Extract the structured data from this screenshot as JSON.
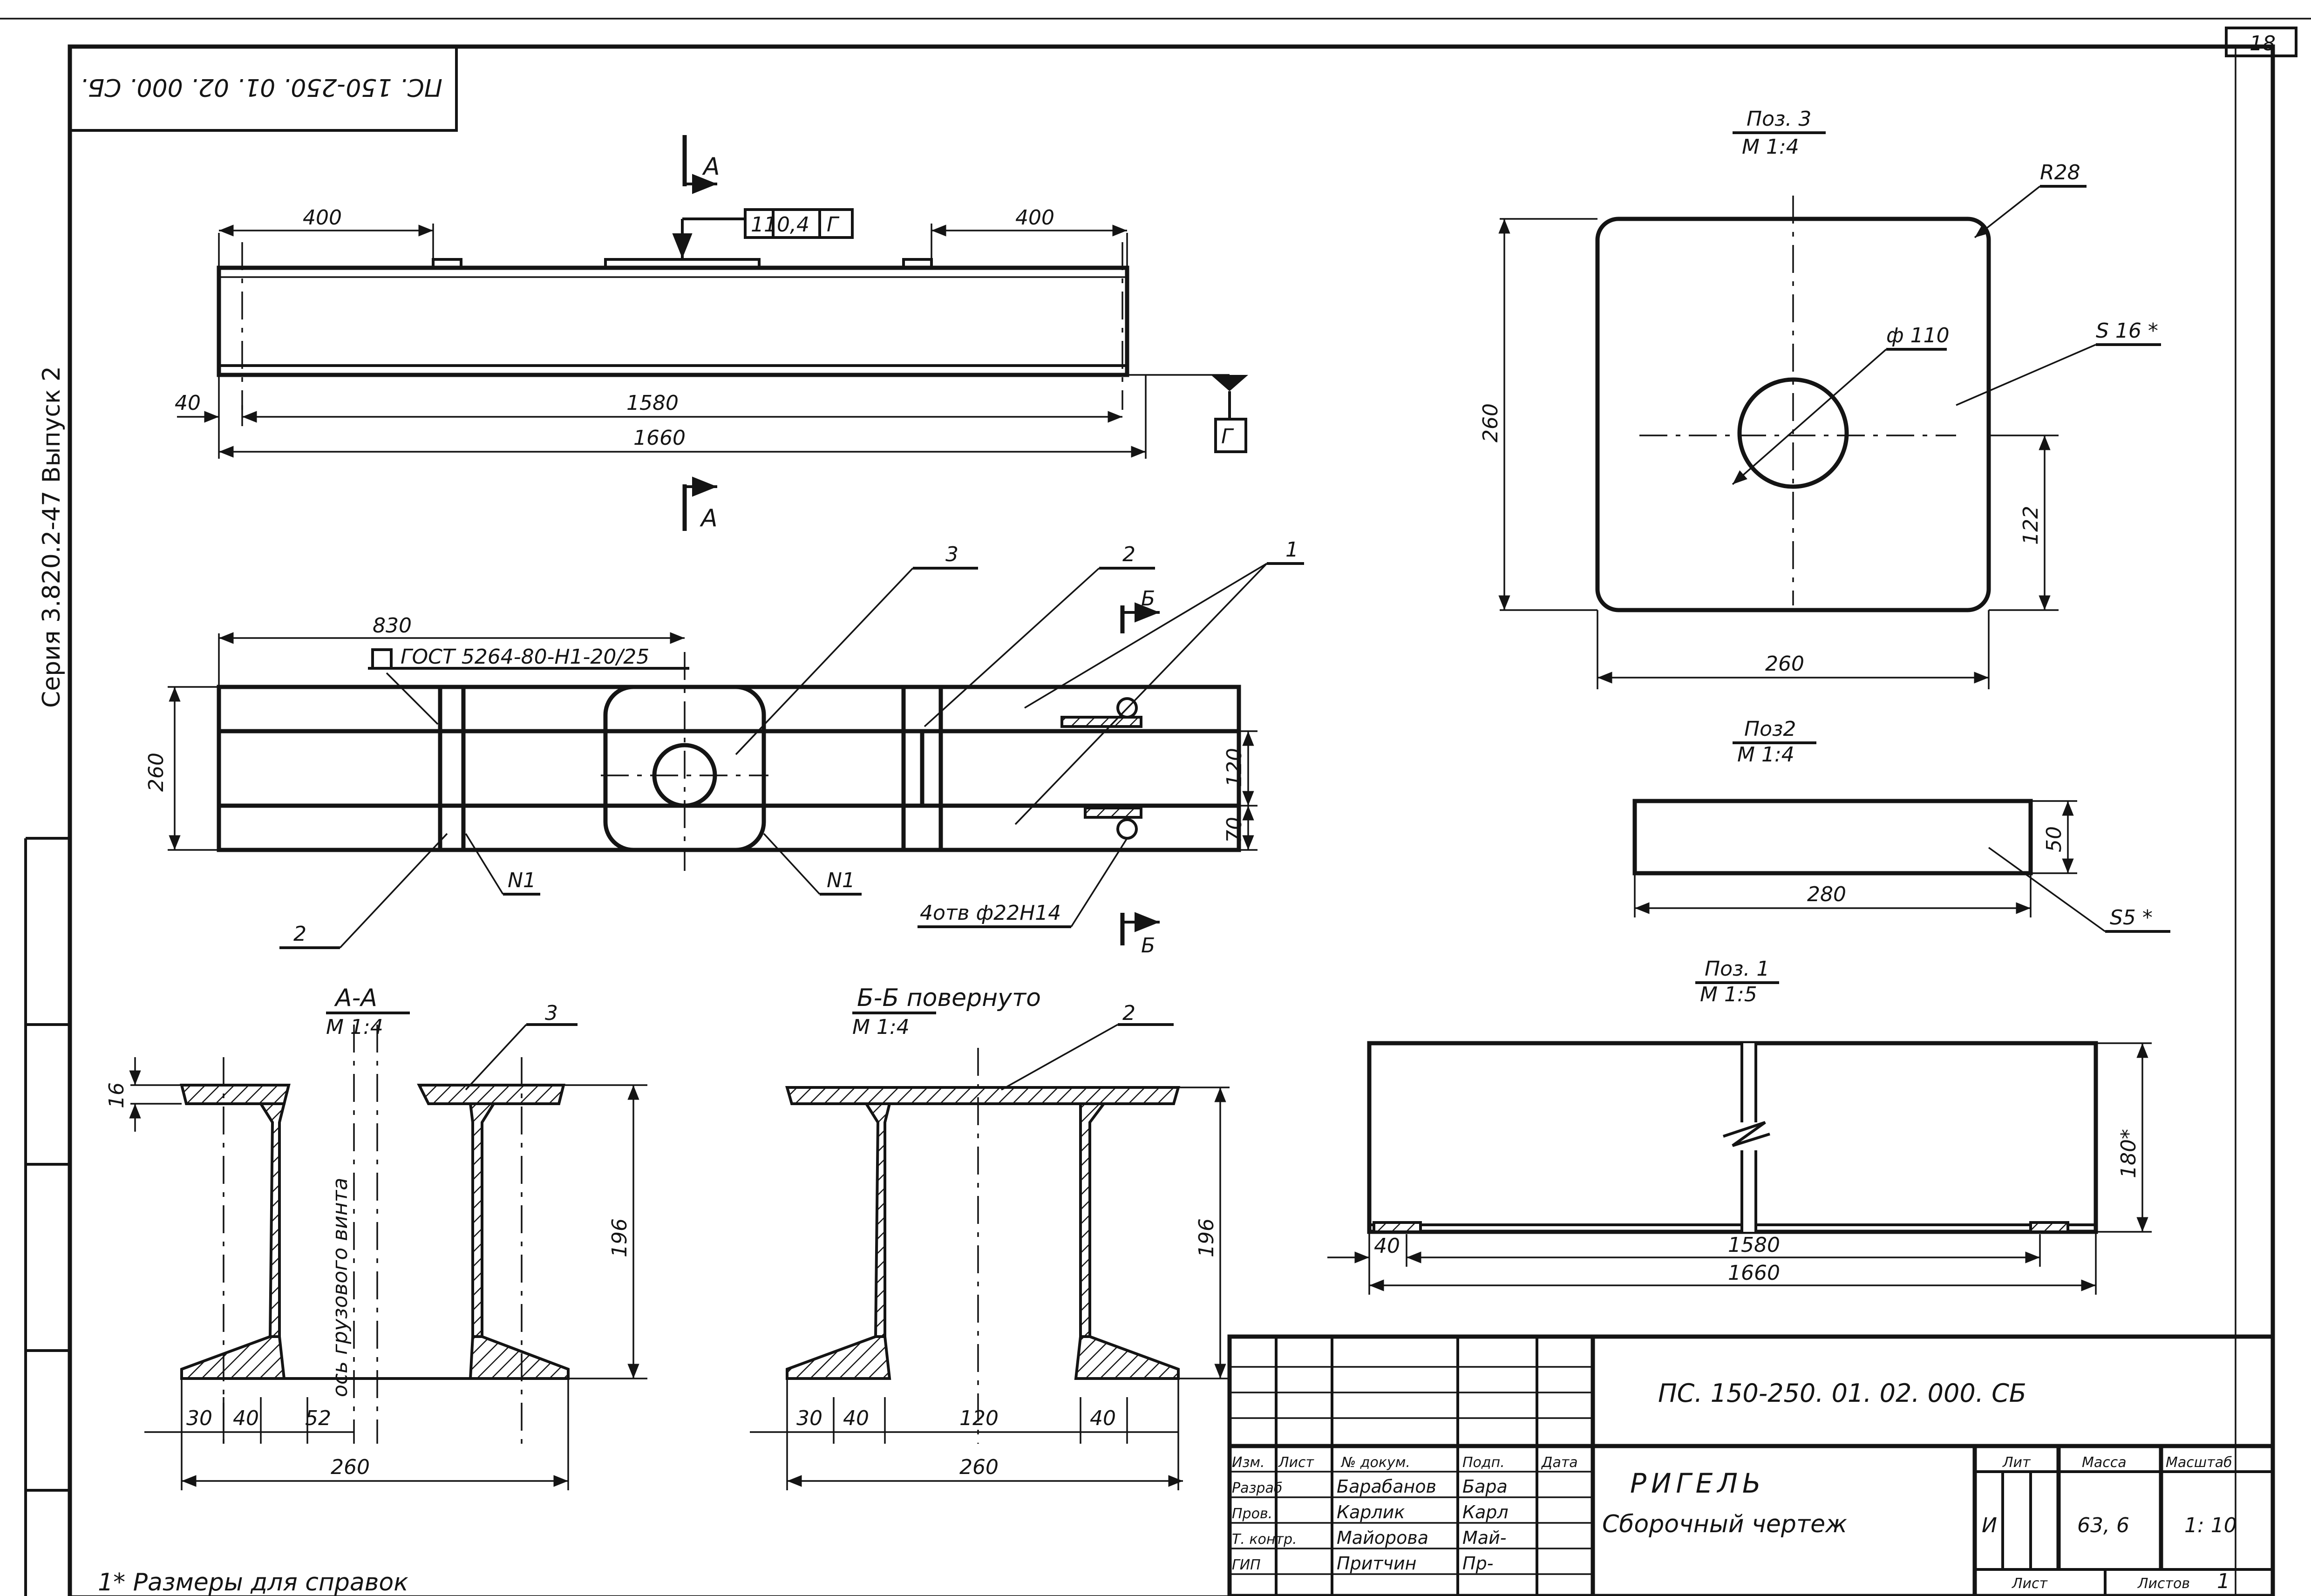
{
  "sheet_number": "18",
  "doc_code_rotated": "ПС. 150-250. 01. 02. 000. СБ.",
  "series_label": "Серия 3.820.2-47 Выпуск 2",
  "view_top": {
    "dims": [
      "400",
      "400",
      "40",
      "1580",
      "1660"
    ],
    "tolerance": [
      "11",
      "0,4",
      "Г"
    ],
    "datum": "Г",
    "section_mark": "А"
  },
  "view_plan": {
    "dims": [
      "830",
      "260",
      "120",
      "70"
    ],
    "gost": "ГОСТ 5264-80-Н1-20/25",
    "callouts": [
      "3",
      "2",
      "1",
      "2"
    ],
    "welds": [
      "N1",
      "N1"
    ],
    "holes": "4отв ф22Н14",
    "section_mark": "Б"
  },
  "section_aa": {
    "title": "А-А",
    "scale": "М 1:4",
    "axis_label": "ось грузового винта",
    "callout": "3",
    "dims": [
      "16",
      "196",
      "30",
      "40",
      "52",
      "260"
    ]
  },
  "section_bb": {
    "title": "Б-Б повернуто",
    "scale": "М 1:4",
    "callout": "2",
    "dims": [
      "196",
      "30",
      "40",
      "120",
      "40",
      "260"
    ]
  },
  "pos3": {
    "title": "Поз. 3",
    "scale": "М 1:4",
    "dims": [
      "R28",
      "ф 110",
      "S 16 *",
      "260",
      "122",
      "260"
    ]
  },
  "pos2": {
    "title": "Поз2",
    "scale": "М 1:4",
    "dims": [
      "50",
      "280",
      "S5 *"
    ]
  },
  "pos1": {
    "title": "Поз. 1",
    "scale": "М 1:5",
    "dims": [
      "180*",
      "40",
      "1580",
      "1660"
    ]
  },
  "footnote": "1* Размеры для справок",
  "title_block": {
    "doc_code": "ПС. 150-250. 01. 02. 000. СБ",
    "name": "РИГЕЛЬ",
    "subtitle": "Сборочный чертеж",
    "headers": [
      "Изм.",
      "Лист",
      "№ докум.",
      "Подп.",
      "Дата"
    ],
    "roles": [
      {
        "role": "Разраб",
        "name": "Барабанов",
        "sign": "Бара"
      },
      {
        "role": "Пров.",
        "name": "Карлик",
        "sign": "Карл"
      },
      {
        "role": "Т. контр.",
        "name": "Майорова",
        "sign": "Май-"
      },
      {
        "role": "ГИП",
        "name": "Притчин",
        "sign": "Пр-"
      }
    ],
    "lit_header": "Лит",
    "mass_header": "Масса",
    "scale_header": "Масштаб",
    "lit": "И",
    "mass": "63, 6",
    "scale": "1: 10",
    "sheet_label": "Лист",
    "sheets_label": "Листов",
    "sheets_count": "1"
  }
}
